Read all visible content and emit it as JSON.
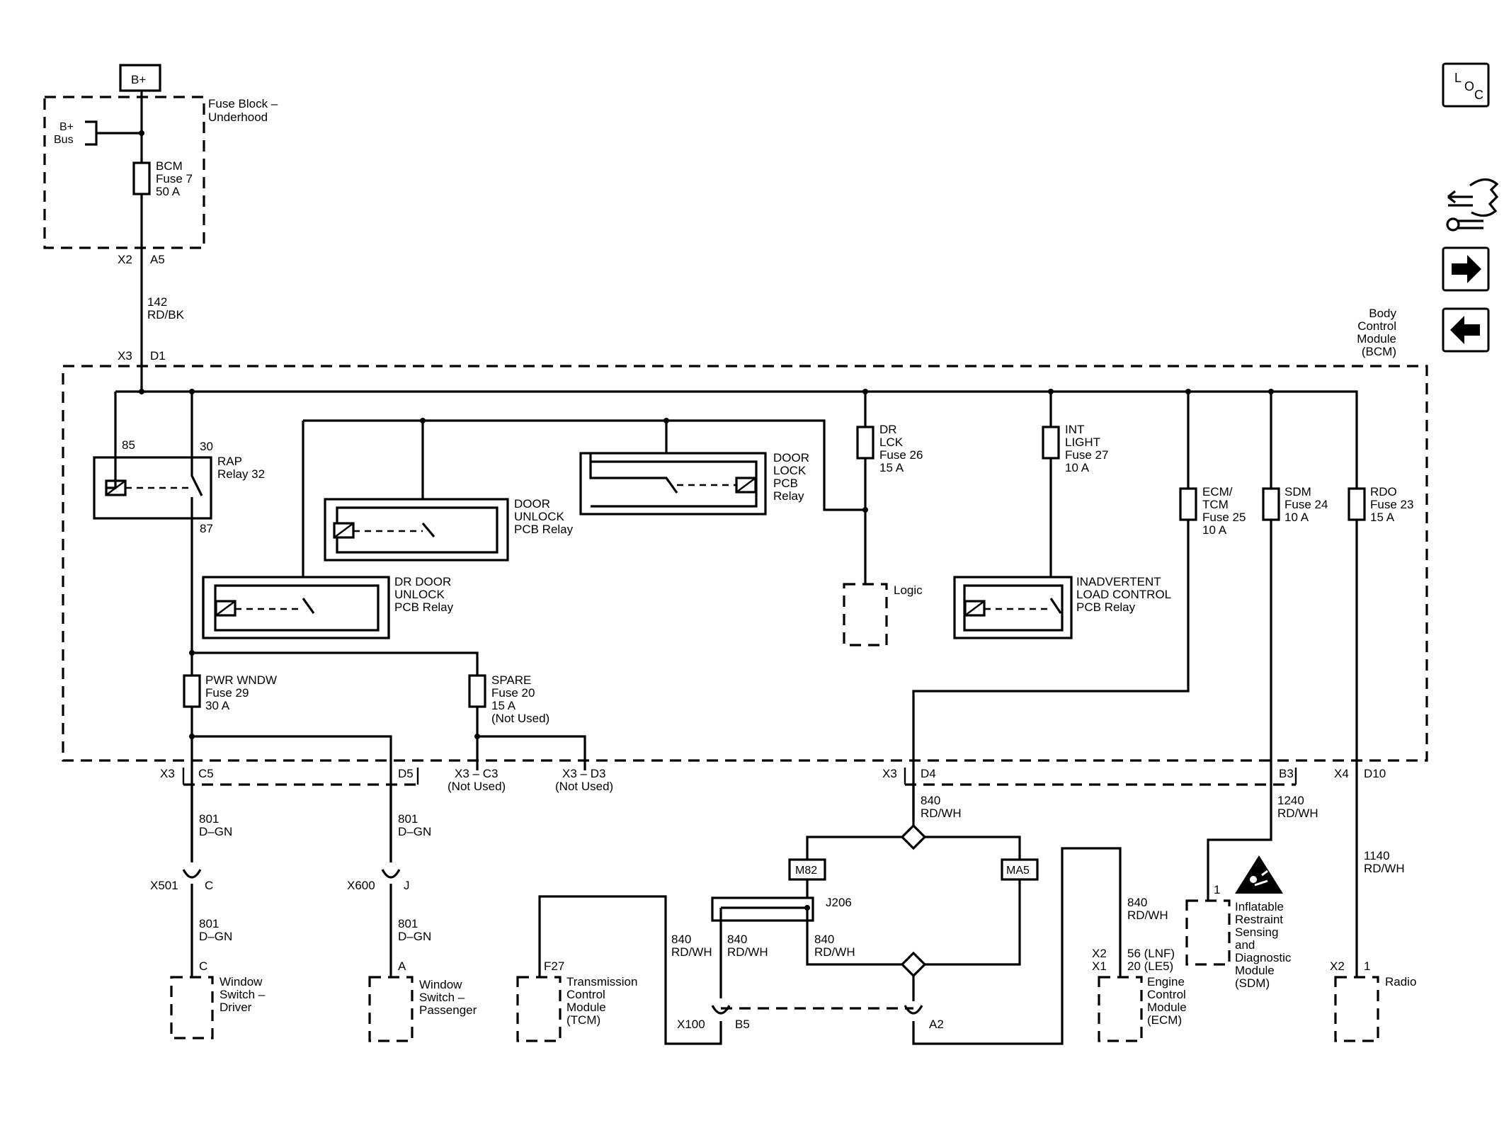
{
  "battery_label": "B+",
  "fuse_block": {
    "title": [
      "Fuse Block –",
      "Underhood"
    ],
    "bus": [
      "B+",
      "Bus"
    ],
    "bcm_fuse": [
      "BCM",
      "Fuse 7",
      "50 A"
    ]
  },
  "connectors": {
    "x2": "X2",
    "a5": "A5",
    "x3_top": "X3",
    "d1": "D1",
    "x3_bottom": "X3",
    "c5": "C5",
    "d5": "D5",
    "x3c3": "X3 – C3",
    "x3d3": "X3 – D3",
    "not_used": "(Not Used)",
    "x3_d4": "X3",
    "d4": "D4",
    "b3": "B3",
    "x4": "X4",
    "d10": "D10",
    "x501": "X501",
    "x501_pin": "C",
    "x600": "X600",
    "x600_pin": "J",
    "win_drv_pin": "C",
    "win_pass_pin": "A",
    "f27": "F27",
    "j206": "J206",
    "x100": "X100",
    "b5": "B5",
    "a2": "A2",
    "ecm_x2": "X2",
    "ecm_x1": "X1",
    "ecm_pin1": "56 (LNF)",
    "ecm_pin2": "20 (LE5)",
    "sdm_pin": "1",
    "radio_x2": "X2",
    "radio_pin": "1",
    "m82": "M82",
    "ma5": "MA5"
  },
  "wires": {
    "w142": [
      "142",
      "RD/BK"
    ],
    "w801": [
      "801",
      "D–GN"
    ],
    "w840": [
      "840",
      "RD/WH"
    ],
    "w1240": [
      "1240",
      "RD/WH"
    ],
    "w1140": [
      "1140",
      "RD/WH"
    ]
  },
  "bcm_label": [
    "Body",
    "Control",
    "Module",
    "(BCM)"
  ],
  "relays": {
    "rap": {
      "name": [
        "RAP",
        "Relay 32"
      ],
      "p85": "85",
      "p30": "30",
      "p87": "87"
    },
    "door_unlock": [
      "DOOR",
      "UNLOCK",
      "PCB Relay"
    ],
    "door_lock": [
      "DOOR",
      "LOCK",
      "PCB",
      "Relay"
    ],
    "dr_door_unlock": [
      "DR DOOR",
      "UNLOCK",
      "PCB Relay"
    ],
    "inadvertent": [
      "INADVERTENT",
      "LOAD CONTROL",
      "PCB Relay"
    ]
  },
  "fuses": {
    "dr_lck": [
      "DR",
      "LCK",
      "Fuse 26",
      "15 A"
    ],
    "int_light": [
      "INT",
      "LIGHT",
      "Fuse 27",
      "10 A"
    ],
    "ecm_tcm": [
      "ECM/",
      "TCM",
      "Fuse 25",
      "10 A"
    ],
    "sdm": [
      "SDM",
      "Fuse 24",
      "10 A"
    ],
    "rdo": [
      "RDO",
      "Fuse 23",
      "15 A"
    ],
    "pwr_wndw": [
      "PWR WNDW",
      "Fuse 29",
      "30 A"
    ],
    "spare": [
      "SPARE",
      "Fuse 20",
      "15 A",
      "(Not Used)"
    ]
  },
  "logic_label": "Logic",
  "components": {
    "window_driver": [
      "Window",
      "Switch –",
      "Driver"
    ],
    "window_passenger": [
      "Window",
      "Switch –",
      "Passenger"
    ],
    "tcm": [
      "Transmission",
      "Control",
      "Module",
      "(TCM)"
    ],
    "ecm": [
      "Engine",
      "Control",
      "Module",
      "(ECM)"
    ],
    "sdm": [
      "Inflatable",
      "Restraint",
      "Sensing",
      "and",
      "Diagnostic",
      "Module",
      "(SDM)"
    ],
    "radio": "Radio"
  },
  "nav": {
    "loc": {
      "l": "L",
      "o": "O",
      "c": "C"
    },
    "icon_diagnostic": "diagnostic-tool-icon",
    "icon_next": "arrow-right-icon",
    "icon_prev": "arrow-left-icon"
  }
}
